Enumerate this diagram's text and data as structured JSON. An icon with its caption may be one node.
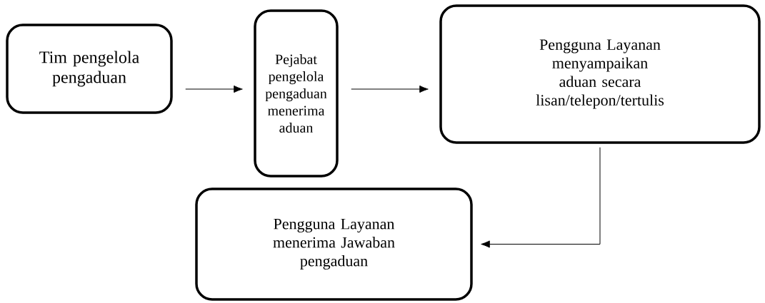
{
  "diagram": {
    "nodes": [
      {
        "text": [
          "Tim pengelola pengaduan"
        ]
      },
      {
        "text": [
          "Pejabat pengelola pengaduan menerima aduan"
        ]
      },
      {
        "text": [
          "Pengguna Layanan menyampaikan aduan secara lisan/telepon/tertulis"
        ]
      },
      {
        "text": [
          "Pengguna Layanan menerima Jawaban pengaduan"
        ]
      }
    ],
    "edges": [
      {
        "from": 0,
        "to": 1,
        "arrow": "to"
      },
      {
        "from": 1,
        "to": 2,
        "arrow": "to"
      },
      {
        "from": 2,
        "to": 3,
        "arrow": "to"
      }
    ]
  }
}
